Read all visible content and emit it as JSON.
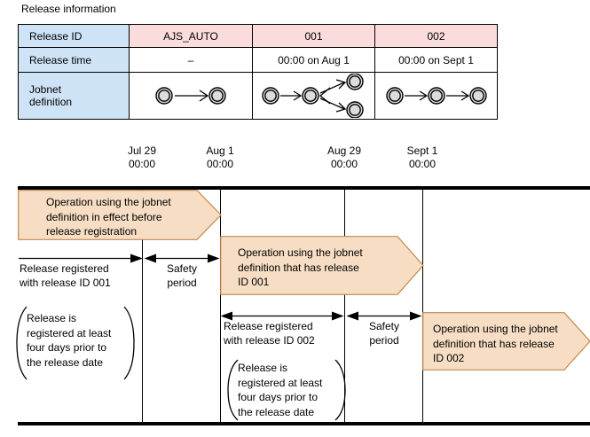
{
  "figure": {
    "section_title": "Release information"
  },
  "table": {
    "rows": [
      {
        "header": "Release ID",
        "cells": [
          "AJS_AUTO",
          "001",
          "002"
        ]
      },
      {
        "header": "Release time",
        "cells": [
          "–",
          "00:00 on Aug 1",
          "00:00 on Sept 1"
        ]
      },
      {
        "header": "Jobnet\ndefinition",
        "cells": [
          "jobnet-linear-2",
          "jobnet-branch-4",
          "jobnet-linear-3"
        ]
      }
    ],
    "colors": {
      "header_blue": "#cfe3f7",
      "value_pink": "#fbdcdc",
      "value_white": "#ffffff",
      "border": "#000000"
    }
  },
  "timeline": {
    "ticks": [
      {
        "date": "Jul 29",
        "time": "00:00"
      },
      {
        "date": "Aug 1",
        "time": "00:00"
      },
      {
        "date": "Aug 29",
        "time": "00:00"
      },
      {
        "date": "Sept 1",
        "time": "00:00"
      }
    ],
    "banners": [
      {
        "text": "Operation using the jobnet\ndefinition in effect before\nrelease registration"
      },
      {
        "text": "Operation using the jobnet\ndefinition that has  release\nID 001"
      },
      {
        "text": "Operation using the jobnet\ndefinition that has release\nID 002"
      }
    ],
    "banner_colors": {
      "fill": "#f6ddc4",
      "stroke": "#c08a4a"
    },
    "measures": [
      {
        "label": "Release registered\nwith  release ID 001"
      },
      {
        "label": "Safety\nperiod"
      },
      {
        "label": "Release registered\nwith  release ID 002"
      },
      {
        "label": "Safety\nperiod"
      }
    ],
    "notes": [
      {
        "text": "Release is\nregistered at least\nfour days prior to\nthe release date"
      },
      {
        "text": "Release is\nregistered at least\nfour days prior to\nthe release date"
      }
    ]
  }
}
